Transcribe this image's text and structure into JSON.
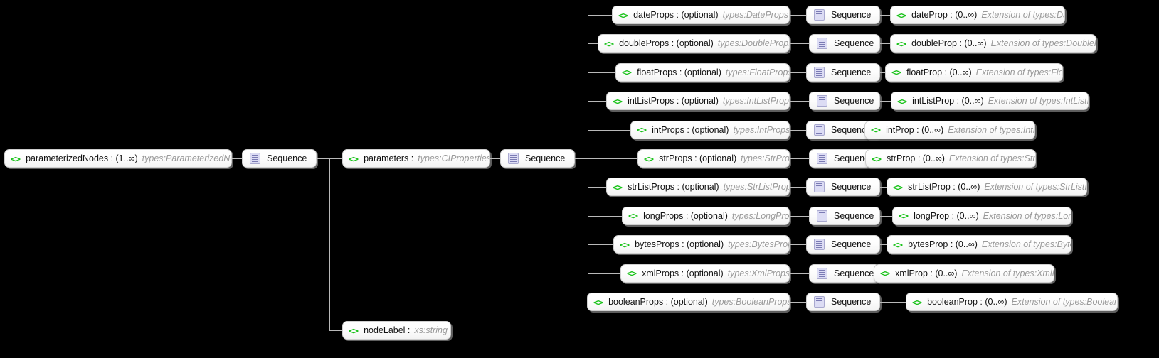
{
  "diagram": {
    "type": "xsd-schema-tree",
    "background": "#000000",
    "element_icon": "<>",
    "sequence_label": "Sequence",
    "sequence_icon": "sequence-icon"
  },
  "root": {
    "name": "parameterizedNodes",
    "occurrence": "(1..∞)",
    "type": "types:ParameterizedNode",
    "label": "parameterizedNodes : (1..∞)",
    "sequence": "Sequence"
  },
  "level2": [
    {
      "name": "parameters",
      "label": "parameters :",
      "type": "types:CIProperties",
      "sequence": "Sequence"
    },
    {
      "name": "nodeLabel",
      "label": "nodeLabel :",
      "type": "xs:string"
    }
  ],
  "properties": [
    {
      "group_label": "dateProps : (optional)",
      "group_type": "types:DateProps",
      "sequence": "Sequence",
      "leaf_label": "dateProp : (0..∞)",
      "leaf_type": "Extension of types:DateProp"
    },
    {
      "group_label": "doubleProps : (optional)",
      "group_type": "types:DoubleProps",
      "sequence": "Sequence",
      "leaf_label": "doubleProp : (0..∞)",
      "leaf_type": "Extension of types:DoubleProp"
    },
    {
      "group_label": "floatProps : (optional)",
      "group_type": "types:FloatProps",
      "sequence": "Sequence",
      "leaf_label": "floatProp : (0..∞)",
      "leaf_type": "Extension of types:FloatProp"
    },
    {
      "group_label": "intListProps : (optional)",
      "group_type": "types:IntListProps",
      "sequence": "Sequence",
      "leaf_label": "intListProp : (0..∞)",
      "leaf_type": "Extension of types:IntListProp"
    },
    {
      "group_label": "intProps : (optional)",
      "group_type": "types:IntProps",
      "sequence": "Sequence",
      "leaf_label": "intProp : (0..∞)",
      "leaf_type": "Extension of types:IntProp"
    },
    {
      "group_label": "strProps : (optional)",
      "group_type": "types:StrProps",
      "sequence": "Sequence",
      "leaf_label": "strProp : (0..∞)",
      "leaf_type": "Extension of types:StrProp"
    },
    {
      "group_label": "strListProps : (optional)",
      "group_type": "types:StrListProps",
      "sequence": "Sequence",
      "leaf_label": "strListProp : (0..∞)",
      "leaf_type": "Extension of types:StrListProp"
    },
    {
      "group_label": "longProps : (optional)",
      "group_type": "types:LongProps",
      "sequence": "Sequence",
      "leaf_label": "longProp : (0..∞)",
      "leaf_type": "Extension of types:LongProp"
    },
    {
      "group_label": "bytesProps : (optional)",
      "group_type": "types:BytesProps",
      "sequence": "Sequence",
      "leaf_label": "bytesProp : (0..∞)",
      "leaf_type": "Extension of types:BytesProp"
    },
    {
      "group_label": "xmlProps : (optional)",
      "group_type": "types:XmlProps",
      "sequence": "Sequence",
      "leaf_label": "xmlProp : (0..∞)",
      "leaf_type": "Extension of types:XmlProp"
    },
    {
      "group_label": "booleanProps : (optional)",
      "group_type": "types:BooleanProps",
      "sequence": "Sequence",
      "leaf_label": "booleanProp : (0..∞)",
      "leaf_type": "Extension of types:BooleanProp"
    }
  ]
}
